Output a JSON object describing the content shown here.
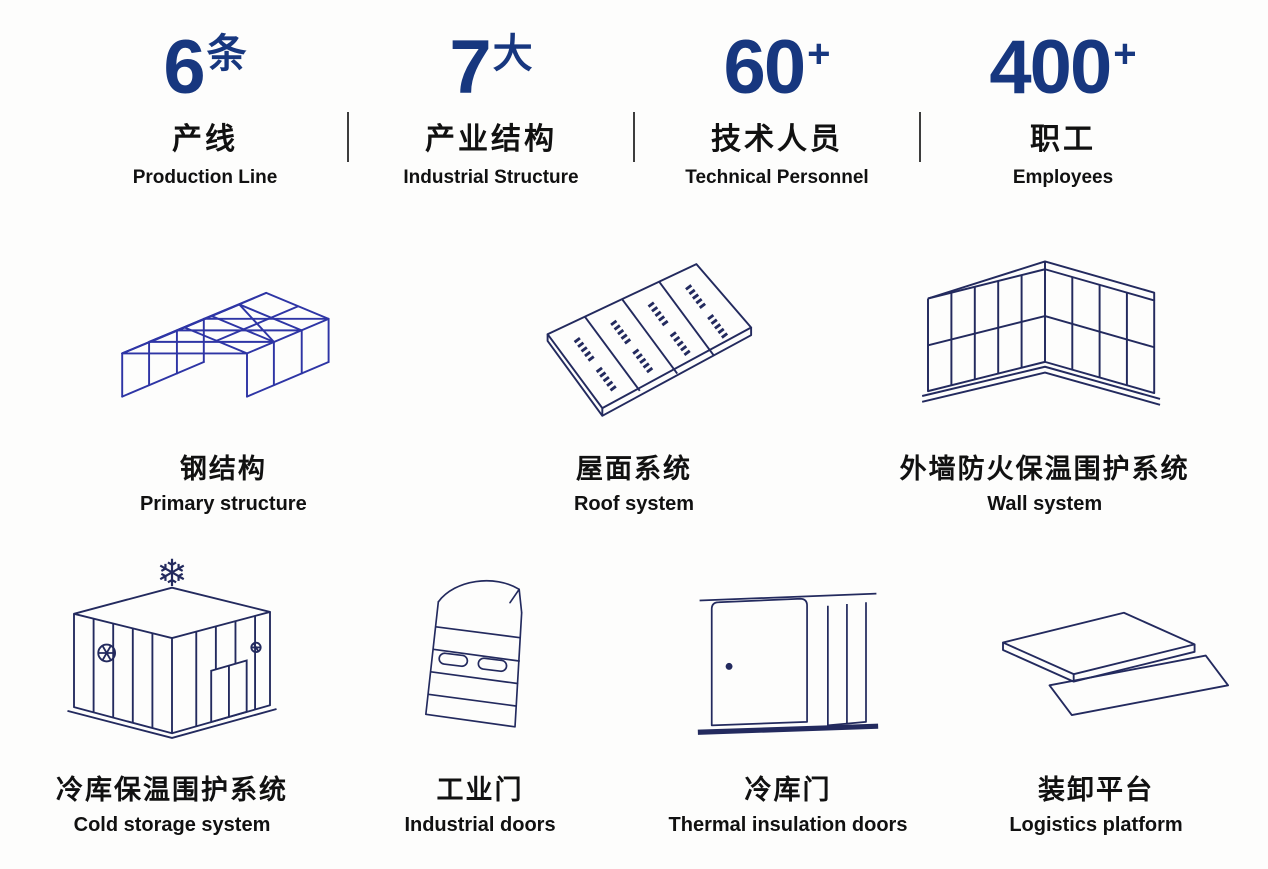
{
  "stats": [
    {
      "value": "6",
      "unit": "条",
      "label_zh": "产线",
      "label_en": "Production Line"
    },
    {
      "value": "7",
      "unit": "大",
      "label_zh": "产业结构",
      "label_en": "Industrial Structure"
    },
    {
      "value": "60",
      "unit": "+",
      "label_zh": "技术人员",
      "label_en": "Technical Personnel"
    },
    {
      "value": "400",
      "unit": "+",
      "label_zh": "职工",
      "label_en": "Employees"
    }
  ],
  "products": [
    {
      "icon": "steel-structure-icon",
      "label_zh": "钢结构",
      "label_en": "Primary structure"
    },
    {
      "icon": "roof-system-icon",
      "label_zh": "屋面系统",
      "label_en": "Roof system"
    },
    {
      "icon": "wall-system-icon",
      "label_zh": "外墙防火保温围护系统",
      "label_en": "Wall system"
    },
    {
      "icon": "cold-storage-icon",
      "label_zh": "冷库保温围护系统",
      "label_en": "Cold storage system"
    },
    {
      "icon": "industrial-door-icon",
      "label_zh": "工业门",
      "label_en": "Industrial doors"
    },
    {
      "icon": "cold-room-door-icon",
      "label_zh": "冷库门",
      "label_en": "Thermal insulation doors"
    },
    {
      "icon": "dock-leveler-icon",
      "label_zh": "装卸平台",
      "label_en": "Logistics platform"
    }
  ],
  "glyphs": {
    "snowflake": "❄"
  },
  "colors": {
    "accent_blue": "#17377f",
    "steel_line_blue": "#2e35a5",
    "drawing_navy": "#232a5e",
    "ink": "#111111",
    "background": "#fdfdfc"
  }
}
